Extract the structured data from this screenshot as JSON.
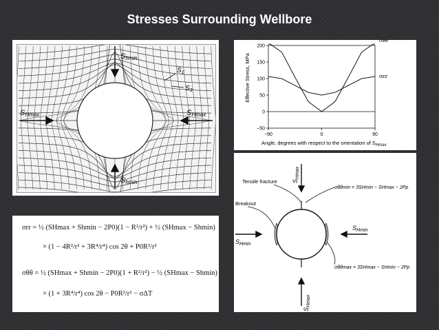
{
  "slide": {
    "title": "Stresses Surrounding Wellbore"
  },
  "stress_field": {
    "s_hmin_label": "S",
    "s_hmin_sub": "hmin",
    "s_hmax_label": "S",
    "s_hmax_sub": "Hmax",
    "s1_label": "S",
    "s1_sub": "1",
    "s3_label": "S",
    "s3_sub": "3"
  },
  "equations": {
    "line1": "σrr = ½ (SHmax + Shmin − 2P0)(1 − R²/r²) + ½ (SHmax − Shmin)",
    "line2": "× (1 − 4R²/r² + 3R⁴/r⁴) cos 2θ + P0R²/r²",
    "line3": "σθθ = ½ (SHmax + Shmin − 2P0)(1 + R²/r²) − ½ (SHmax − Shmin)",
    "line4": "× (1 + 3R⁴/r⁴) cos 2θ − P0R²/r² − σΔT"
  },
  "chart_data": {
    "type": "line",
    "ylabel": "Effective Stress, MPa",
    "xlabel": "Angle, degrees with respect to the orientation of S",
    "xlabel_sub": "Hmax",
    "xlim": [
      -90,
      90
    ],
    "ylim": [
      -50,
      200
    ],
    "x_ticks": [
      "−90",
      "0",
      "90"
    ],
    "y_ticks": [
      "200",
      "150",
      "100",
      "50",
      "0",
      "−50"
    ],
    "series": [
      {
        "name": "σθθ",
        "x": [
          -90,
          -67.5,
          -45,
          -22.5,
          0,
          22.5,
          45,
          67.5,
          90
        ],
        "y": [
          208,
          180,
          104,
          30,
          0,
          30,
          104,
          180,
          208
        ]
      },
      {
        "name": "σzz",
        "x": [
          -90,
          -67.5,
          -45,
          -22.5,
          0,
          22.5,
          45,
          67.5,
          90
        ],
        "y": [
          106,
          100,
          79,
          58,
          50,
          58,
          79,
          100,
          106
        ]
      }
    ]
  },
  "breakout": {
    "tensile_fracture_label": "Tensile fracture",
    "breakout_label": "Breakout",
    "top_arrow_label": "S",
    "top_arrow_sub": "Hmax",
    "bottom_arrow_label": "S",
    "bottom_arrow_sub": "Hmax",
    "left_arrow_label": "S",
    "left_arrow_sub": "Hmin",
    "right_arrow_label": "S",
    "right_arrow_sub": "Hmin",
    "min_eq": "σθθmin = 3SHmin − SHmax − 2Pp",
    "max_eq": "σθθmax = 3SHmax − SHmin − 2Pp"
  }
}
